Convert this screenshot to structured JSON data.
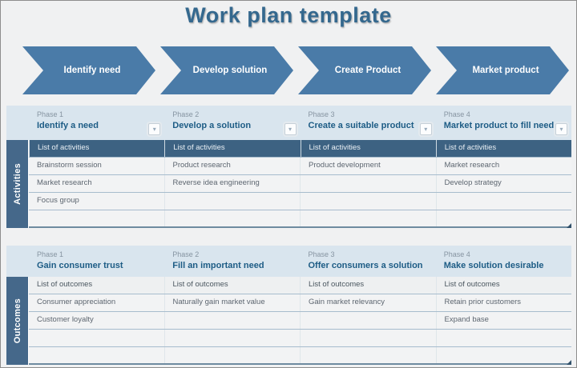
{
  "page": {
    "title": "Work plan template"
  },
  "process_arrows": [
    "Identify need",
    "Develop solution",
    "Create Product",
    "Market product"
  ],
  "icons": {
    "dropdown_arrow": "▾"
  },
  "activities": {
    "side_label": "Activities",
    "column_header": "List of activities",
    "phases": [
      {
        "label": "Phase 1",
        "title": "Identify a need"
      },
      {
        "label": "Phase 2",
        "title": "Develop a solution"
      },
      {
        "label": "Phase 3",
        "title": "Create a suitable product"
      },
      {
        "label": "Phase 4",
        "title": "Market product to fill need"
      }
    ],
    "rows": [
      [
        "Brainstorm session",
        "Product research",
        "Product development",
        "Market research"
      ],
      [
        "Market research",
        "Reverse idea engineering",
        "",
        "Develop strategy"
      ],
      [
        "Focus group",
        "",
        "",
        ""
      ],
      [
        "",
        "",
        "",
        ""
      ]
    ]
  },
  "outcomes": {
    "side_label": "Outcomes",
    "column_header": "List of outcomes",
    "phases": [
      {
        "label": "Phase 1",
        "title": "Gain consumer trust"
      },
      {
        "label": "Phase 2",
        "title": "Fill an important need"
      },
      {
        "label": "Phase 3",
        "title": "Offer consumers a solution"
      },
      {
        "label": "Phase 4",
        "title": "Make solution desirable"
      }
    ],
    "rows": [
      [
        "Consumer appreciation",
        "Naturally gain market value",
        "Gain market relevancy",
        "Retain prior customers"
      ],
      [
        "Customer loyalty",
        "",
        "",
        "Expand base"
      ],
      [
        "",
        "",
        "",
        ""
      ],
      [
        "",
        "",
        "",
        ""
      ]
    ]
  },
  "colors": {
    "accent_blue": "#4a7ba8",
    "band_blue": "#d9e5ee",
    "dark_slate": "#3d6282",
    "title_blue": "#34688e"
  }
}
